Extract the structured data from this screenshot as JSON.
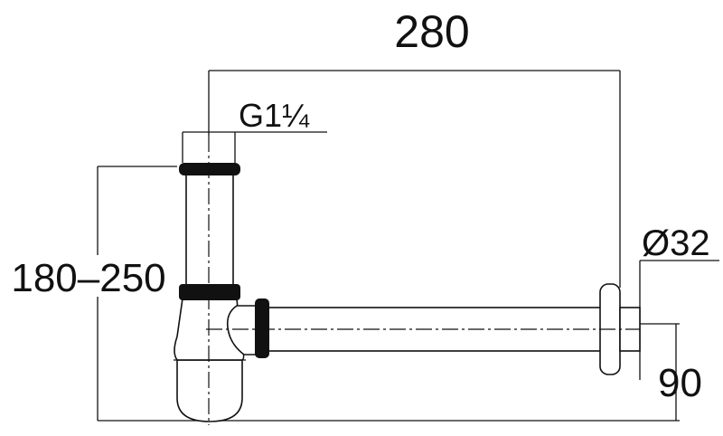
{
  "dimensions": {
    "width_label": "280",
    "thread_label": "G1¼",
    "height_label": "180–250",
    "diameter_label": "Ø32",
    "offset_label": "90"
  },
  "colors": {
    "line": "#111111",
    "seal": "#111111",
    "background": "#ffffff"
  }
}
